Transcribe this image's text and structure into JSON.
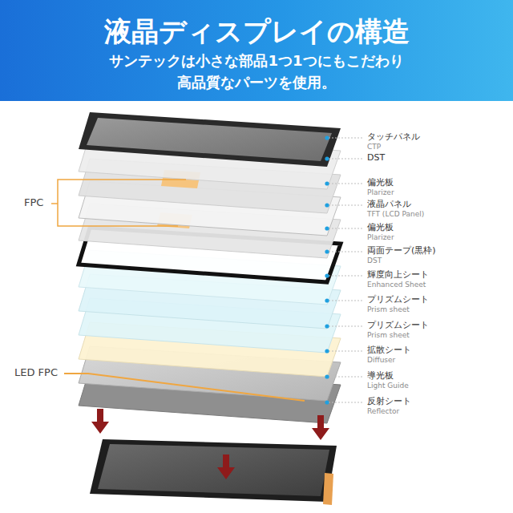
{
  "diagram": {
    "title": "液晶ディスプレイの構造",
    "labels": [
      "サンテックは小さな部品1つ1つにもこだわり",
      "高品質なパーツを使用。",
      "タッチパネル",
      "CTP",
      "DST",
      "偏光板",
      "Plarizer",
      "液晶パネル",
      "TFT (LCD Panel)",
      "偏光板",
      "Plarizer",
      "両面テープ(黒枠)",
      "DST",
      "輝度向上シート",
      "Enhanced Sheet",
      "プリズムシート",
      "Prism sheet",
      "プリズムシート",
      "Prism sheet",
      "拡散シート",
      "Diffuser",
      "導光板",
      "Light Guide",
      "反射シート",
      "Reflector",
      "FPC",
      "LED FPC"
    ]
  }
}
